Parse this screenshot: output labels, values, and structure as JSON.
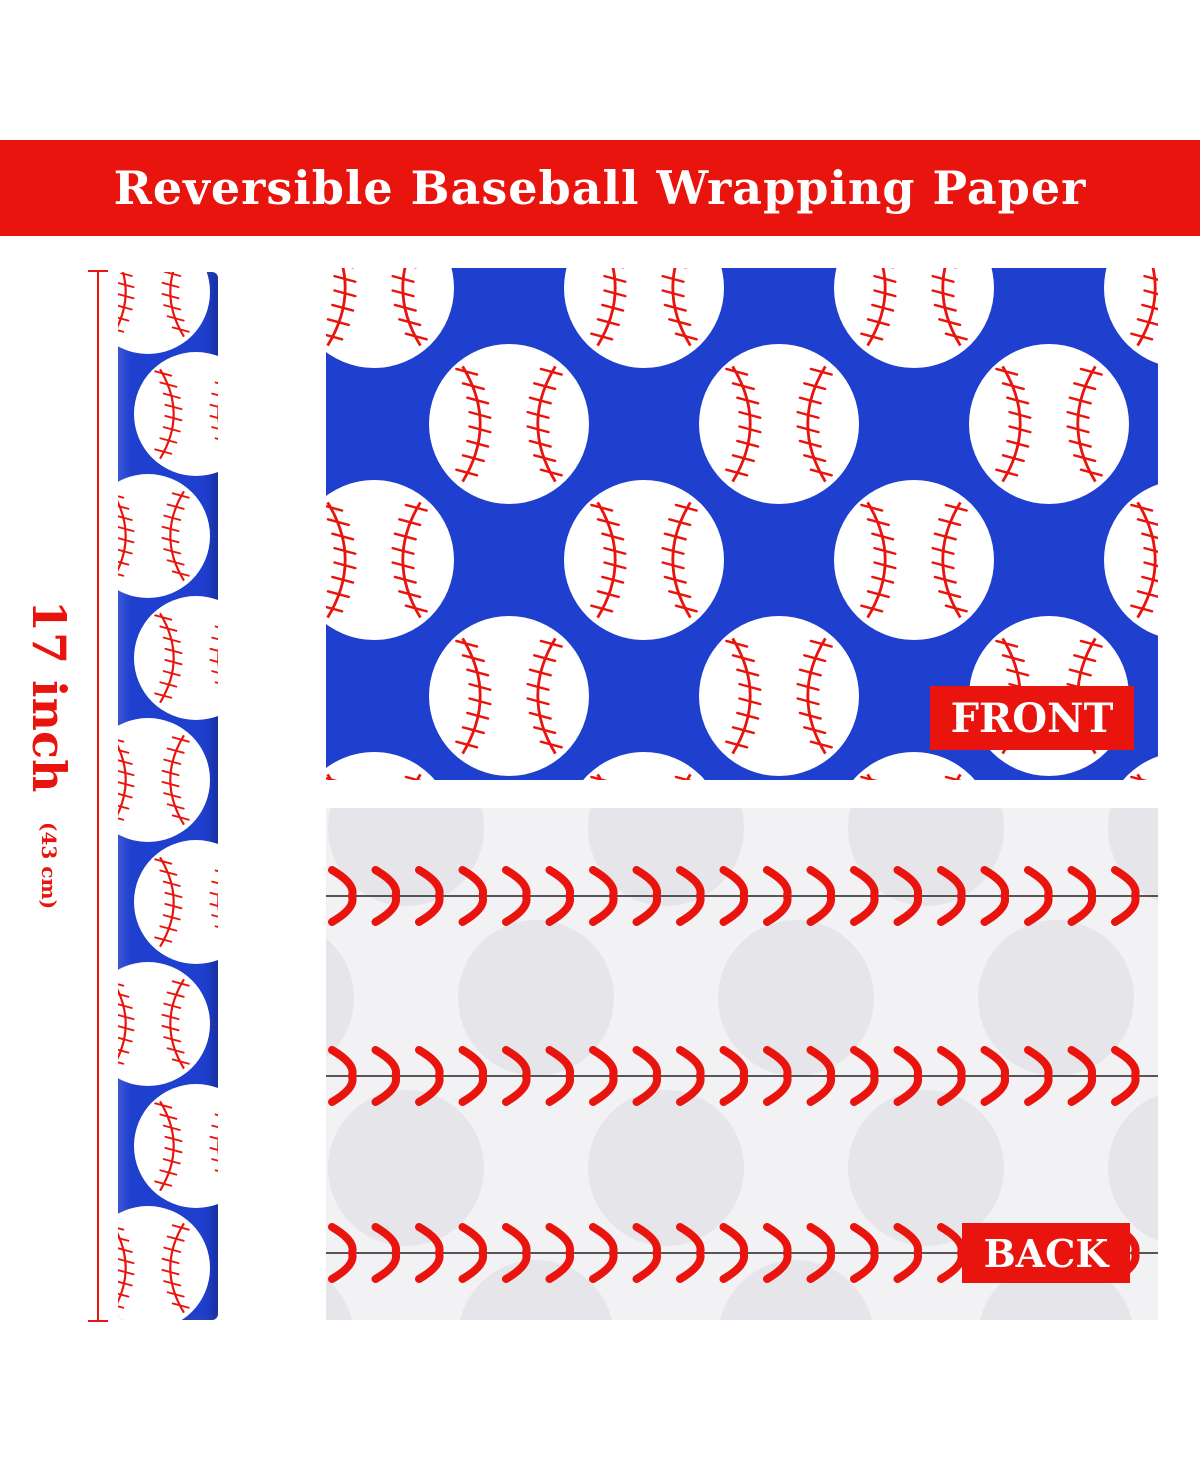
{
  "banner": {
    "title": "Reversible Baseball Wrapping Paper"
  },
  "dimension": {
    "main": "17 inch",
    "sub": "(43 cm)"
  },
  "labels": {
    "front": "FRONT",
    "back": "BACK"
  },
  "colors": {
    "red": "#e8140d",
    "blue": "#1f3fcf",
    "white": "#ffffff",
    "backing": "#f2f2f4"
  },
  "icons": {
    "pattern": "baseball-icon",
    "stitch": "stitch-icon"
  }
}
